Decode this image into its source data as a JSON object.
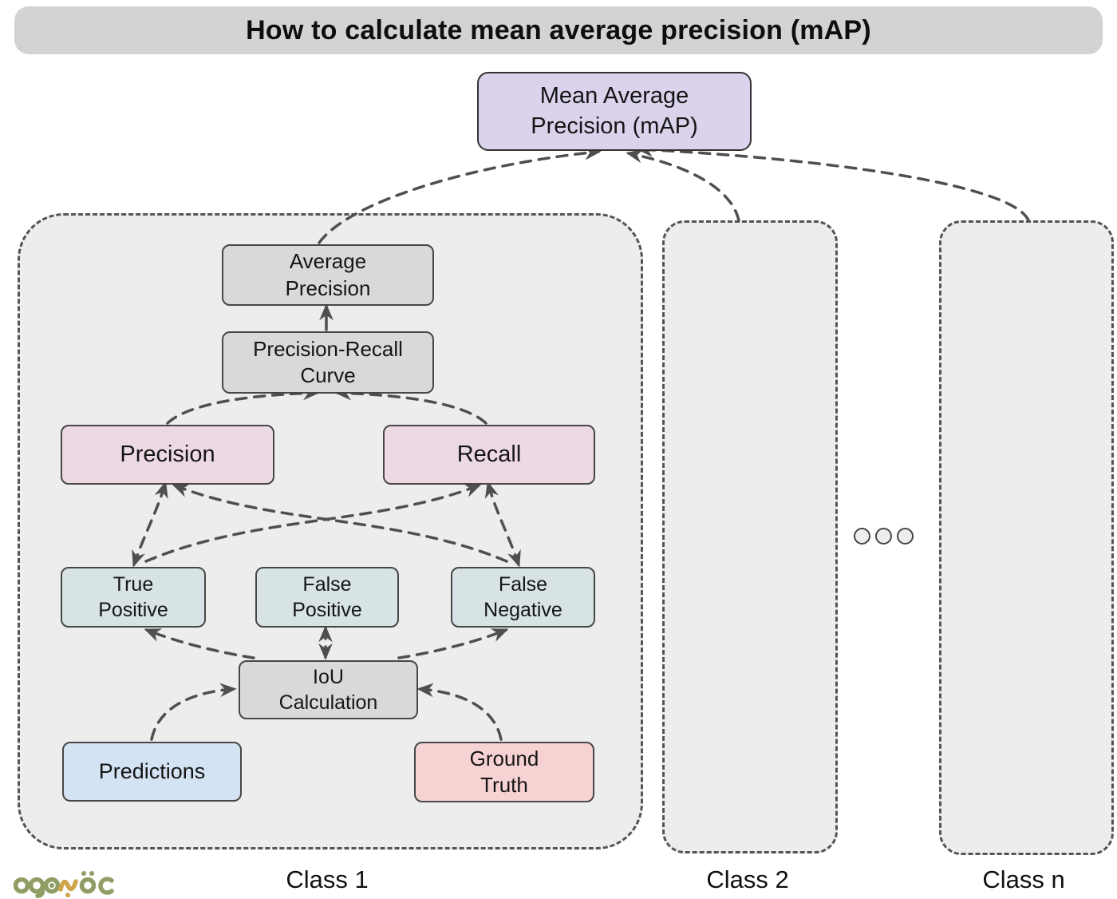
{
  "title": "How to calculate mean average precision (mAP)",
  "diagram": {
    "nodes": {
      "map": {
        "lines": [
          "Mean Average",
          "Precision (mAP)"
        ],
        "color": "#dbd3ec"
      },
      "average_precision": {
        "lines": [
          "Average",
          "Precision"
        ],
        "color": "#d9d9d9"
      },
      "pr_curve": {
        "lines": [
          "Precision-Recall",
          "Curve"
        ],
        "color": "#d9d9d9"
      },
      "precision": {
        "lines": [
          "Precision"
        ],
        "color": "#ecd9e4"
      },
      "recall": {
        "lines": [
          "Recall"
        ],
        "color": "#ecd9e4"
      },
      "true_positive": {
        "lines": [
          "True",
          "Positive"
        ],
        "color": "#d7e3e4"
      },
      "false_positive": {
        "lines": [
          "False",
          "Positive"
        ],
        "color": "#d7e3e4"
      },
      "false_negative": {
        "lines": [
          "False",
          "Negative"
        ],
        "color": "#d7e3e4"
      },
      "iou": {
        "lines": [
          "IoU",
          "Calculation"
        ],
        "color": "#d9d9d9"
      },
      "predictions": {
        "lines": [
          "Predictions"
        ],
        "color": "#d4e3f3"
      },
      "ground_truth": {
        "lines": [
          "Ground",
          "Truth"
        ],
        "color": "#f7d2d2"
      }
    },
    "groups": [
      {
        "label": "Class 1"
      },
      {
        "label": "Class 2"
      },
      {
        "label": "Class n"
      }
    ],
    "edges": [
      {
        "from": "average_precision",
        "to": "map",
        "style": "dashed"
      },
      {
        "from": "class_2",
        "to": "map",
        "style": "dashed"
      },
      {
        "from": "class_n",
        "to": "map",
        "style": "dashed"
      },
      {
        "from": "pr_curve",
        "to": "average_precision",
        "style": "solid"
      },
      {
        "from": "precision",
        "to": "pr_curve",
        "style": "dashed"
      },
      {
        "from": "recall",
        "to": "pr_curve",
        "style": "dashed"
      },
      {
        "from": "true_positive",
        "to": "precision",
        "style": "dashed-bidirectional"
      },
      {
        "from": "false_negative",
        "to": "recall",
        "style": "dashed-bidirectional"
      },
      {
        "from": "true_positive",
        "to": "recall",
        "style": "dashed"
      },
      {
        "from": "false_negative",
        "to": "precision",
        "style": "dashed"
      },
      {
        "from": "iou",
        "to": "false_positive",
        "style": "dashed-bidirectional"
      },
      {
        "from": "iou",
        "to": "true_positive",
        "style": "dashed"
      },
      {
        "from": "iou",
        "to": "false_negative",
        "style": "dashed"
      },
      {
        "from": "predictions",
        "to": "iou",
        "style": "dashed"
      },
      {
        "from": "ground_truth",
        "to": "iou",
        "style": "dashed"
      }
    ],
    "ellipsis_dot_count": 3
  },
  "colors": {
    "edge": "#4f4f4f",
    "container_fill": "#ededed",
    "banner_fill": "#d3d3d3",
    "node_border": "#474747",
    "logo_olive": "#8f9c63",
    "logo_mustard": "#d0a54a"
  }
}
